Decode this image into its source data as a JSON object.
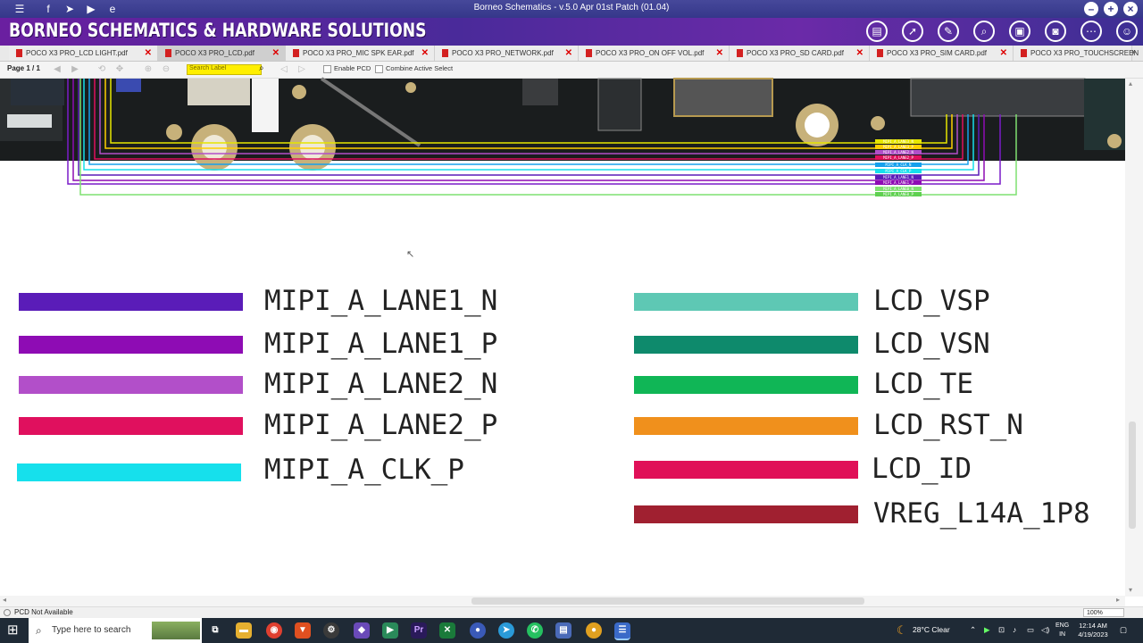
{
  "window": {
    "title": "Borneo Schematics - v.5.0 Apr 01st Patch (01.04)"
  },
  "banner": {
    "brand": "BORNEO SCHEMATICS & HARDWARE SOLUTIONS"
  },
  "tabs": [
    {
      "label": "POCO X3 PRO_LCD LIGHT.pdf",
      "active": false
    },
    {
      "label": "POCO X3 PRO_LCD.pdf",
      "active": true
    },
    {
      "label": "POCO X3 PRO_MIC SPK EAR.pdf",
      "active": false
    },
    {
      "label": "POCO X3 PRO_NETWORK.pdf",
      "active": false
    },
    {
      "label": "POCO X3 PRO_ON OFF VOL.pdf",
      "active": false
    },
    {
      "label": "POCO X3 PRO_SD CARD.pdf",
      "active": false
    },
    {
      "label": "POCO X3 PRO_SIM CARD.pdf",
      "active": false
    },
    {
      "label": "POCO X3 PRO_TOUCHSCREEN",
      "active": false
    }
  ],
  "toolbar": {
    "page_label": "Page 1 / 1",
    "search_placeholder": "Search Label",
    "enable_pcd": "Enable PCD",
    "combine_active_select": "Combine Active Select"
  },
  "pcb_labels": [
    "MIPI_A_LANE3_N",
    "MIPI_A_LANE3_P",
    "MIPI_A_LANE2_N",
    "MIPI_A_LANE2_P",
    "MIPI_A_CLK_N",
    "MIPI_A_CLK_P",
    "MIPI_A_LANE1_N",
    "MIPI_A_LANE1_P",
    "MIPI_A_LANE0_N",
    "MIPI_A_LANE0_P"
  ],
  "legend_left": [
    {
      "label": "MIPI_A_LANE1_N",
      "color": "#5a1cb8"
    },
    {
      "label": "MIPI_A_LANE1_P",
      "color": "#8e0cb4"
    },
    {
      "label": "MIPI_A_LANE2_N",
      "color": "#b24fc9"
    },
    {
      "label": "MIPI_A_LANE2_P",
      "color": "#e0105e"
    },
    {
      "label": "MIPI_A_CLK_P",
      "color": "#16e0ec"
    }
  ],
  "legend_right": [
    {
      "label": "LCD_VSP",
      "color": "#5ec8b4"
    },
    {
      "label": "LCD_VSN",
      "color": "#0e8a6c"
    },
    {
      "label": "LCD_TE",
      "color": "#10b656"
    },
    {
      "label": "LCD_RST_N",
      "color": "#f0901c"
    },
    {
      "label": "LCD_ID",
      "color": "#e01058"
    },
    {
      "label": "VREG_L14A_1P8",
      "color": "#a02030"
    }
  ],
  "status": {
    "text": "PCD Not Available",
    "zoom": "100%"
  },
  "taskbar": {
    "search_placeholder": "Type here to search",
    "weather": "28°C  Clear",
    "lang": "ENG",
    "region": "IN",
    "time": "12:14 AM",
    "date": "4/19/2023"
  }
}
